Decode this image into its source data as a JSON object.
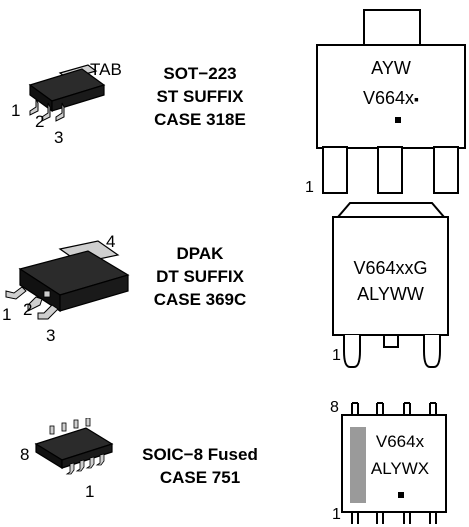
{
  "packages": [
    {
      "id": "sot223",
      "name_lines": [
        "SOT−223",
        "ST SUFFIX",
        "CASE 318E"
      ],
      "pin_labels": {
        "tab": "TAB",
        "p1": "1",
        "p2": "2",
        "p3": "3"
      },
      "marking": {
        "line1": "AYW",
        "line2": "V664x",
        "pin1": "1",
        "dot": "▪"
      }
    },
    {
      "id": "dpak",
      "name_lines": [
        "DPAK",
        "DT SUFFIX",
        "CASE 369C"
      ],
      "pin_labels": {
        "p4": "4",
        "p1": "1",
        "p2": "2",
        "p3": "3"
      },
      "marking": {
        "line1": "V664xxG",
        "line2": "ALYWW",
        "pin1": "1"
      }
    },
    {
      "id": "soic8",
      "name_lines": [
        "SOIC−8 Fused",
        "CASE 751"
      ],
      "pin_labels": {
        "p8": "8",
        "p1": "1"
      },
      "marking": {
        "line1": "V664x",
        "line2": "ALYWX",
        "pin8": "8",
        "pin1": "1"
      }
    }
  ],
  "colors": {
    "ink": "#000000",
    "body_dark": "#1a1a1a",
    "body_mid": "#3a3a3a",
    "lead": "#cfcfcf",
    "fuse_bar": "#9a9a9a"
  }
}
